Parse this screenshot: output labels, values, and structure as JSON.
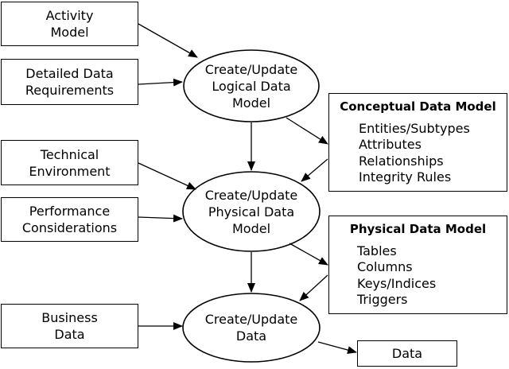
{
  "inputs": {
    "activity_model": [
      "Activity",
      "Model"
    ],
    "detailed_data_requirements": [
      "Detailed Data",
      "Requirements"
    ],
    "technical_environment": [
      "Technical",
      "Environment"
    ],
    "performance_considerations": [
      "Performance",
      "Considerations"
    ],
    "business_data": [
      "Business",
      "Data"
    ]
  },
  "processes": {
    "logical": [
      "Create/Update",
      "Logical Data",
      "Model"
    ],
    "physical": [
      "Create/Update",
      "Physical Data",
      "Model"
    ],
    "data": [
      "Create/Update",
      "Data"
    ]
  },
  "models": {
    "conceptual": {
      "title": "Conceptual Data Model",
      "items": [
        "Entities/Subtypes",
        "Attributes",
        "Relationships",
        "Integrity Rules"
      ]
    },
    "physical": {
      "title": "Physical Data Model",
      "items": [
        "Tables",
        "Columns",
        "Keys/Indices",
        "Triggers"
      ]
    }
  },
  "output": {
    "data": "Data"
  }
}
